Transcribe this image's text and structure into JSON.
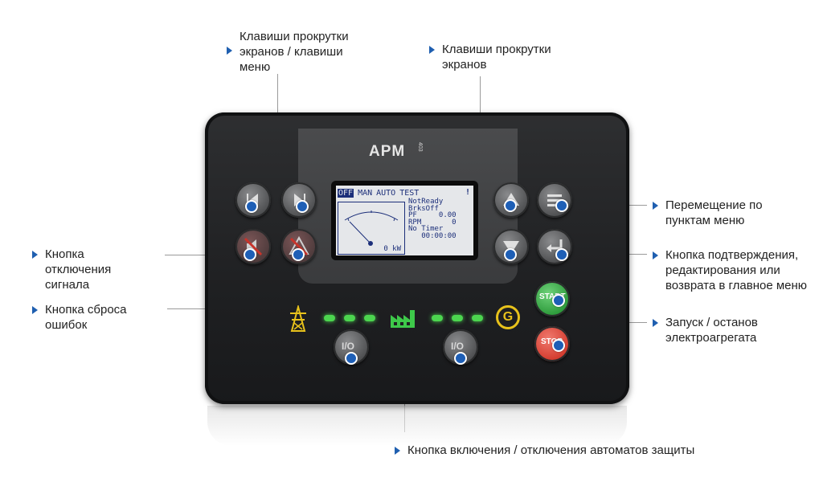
{
  "device": {
    "logo": "APM",
    "logo_sub": "403",
    "lcd": {
      "modes": [
        "OFF",
        "MAN",
        "AUTO",
        "TEST"
      ],
      "active_mode": "OFF",
      "status_lines": "NotReady\nBrksOff\nPF     0.00\nRPM       0\nNo Timer\n   00:00:00",
      "gauge_value": "0 kW"
    },
    "buttons": {
      "start_label": "START",
      "stop_label": "STOP",
      "io_label": "I/O"
    },
    "colors": {
      "accent": "#1f5fb0",
      "led_green": "#4cd64f",
      "start_green": "#2c9a3a",
      "stop_red": "#d33b2e",
      "g_yellow": "#e8c21b"
    }
  },
  "callouts": {
    "scroll_menu_keys": "Клавиши прокрутки\nэкранов / клавиши\nменю",
    "scroll_keys": "Клавиши прокрутки\nэкранов",
    "menu_navigation": "Перемещение по\nпунктам меню",
    "confirm_edit": "Кнопка подтверждения,\nредактирования или\nвозврата в главное меню",
    "start_stop": "Запуск / останов\nэлектроагрегата",
    "breaker_toggle": "Кнопка включения / отключения автоматов защиты",
    "alarm_mute": "Кнопка\nотключения\nсигнала",
    "fault_reset": "Кнопка сброса\nошибок"
  }
}
